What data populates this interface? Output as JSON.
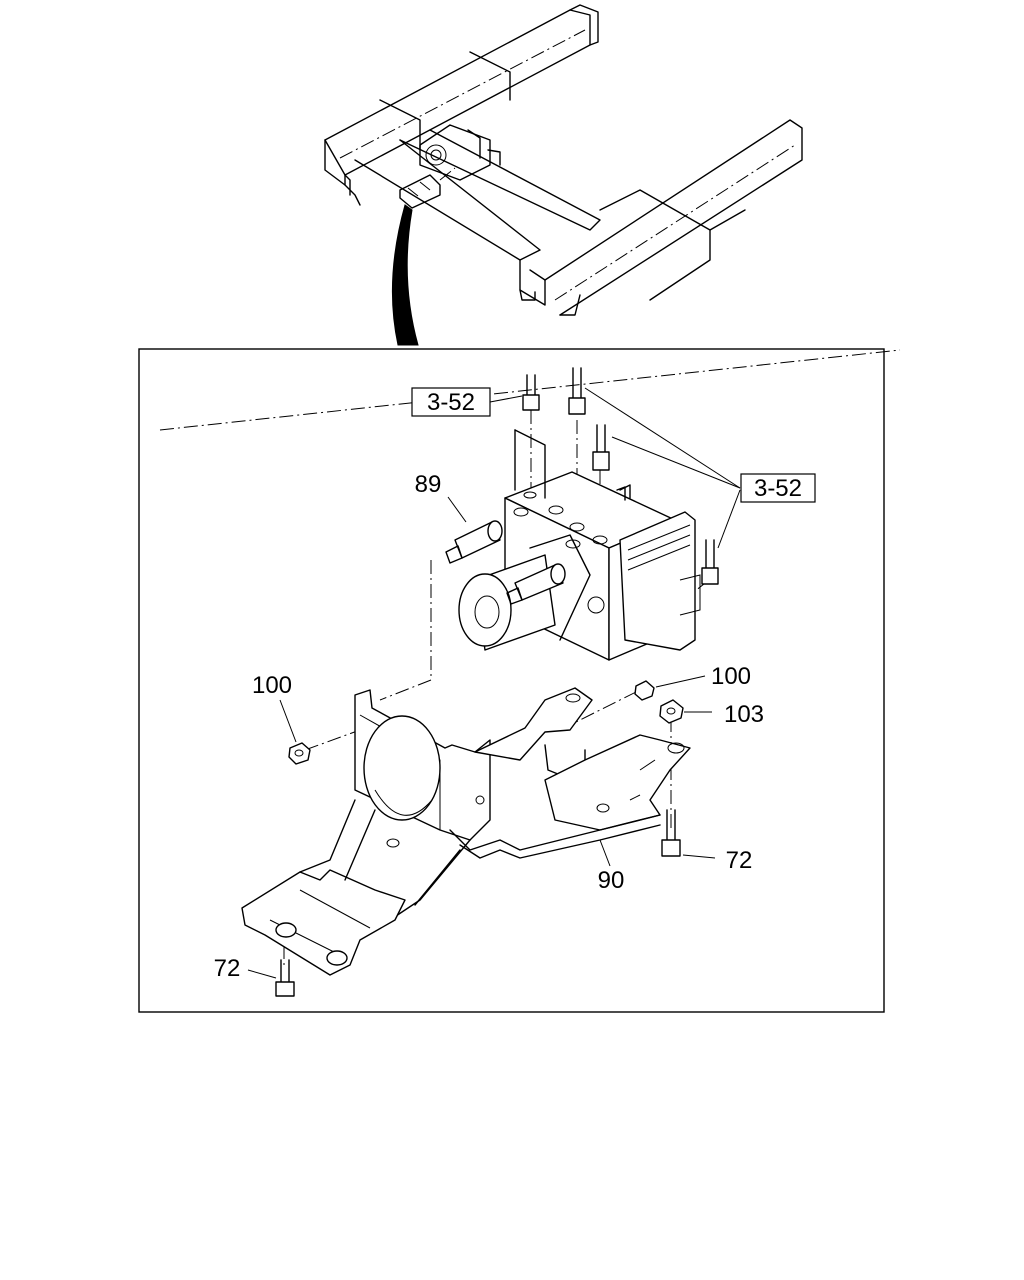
{
  "callouts": {
    "ref_top": "3-52",
    "ref_right": "3-52",
    "part_89": "89",
    "part_100_left": "100",
    "part_100_right": "100",
    "part_103": "103",
    "part_72_right": "72",
    "part_90": "90",
    "part_72_left": "72"
  }
}
